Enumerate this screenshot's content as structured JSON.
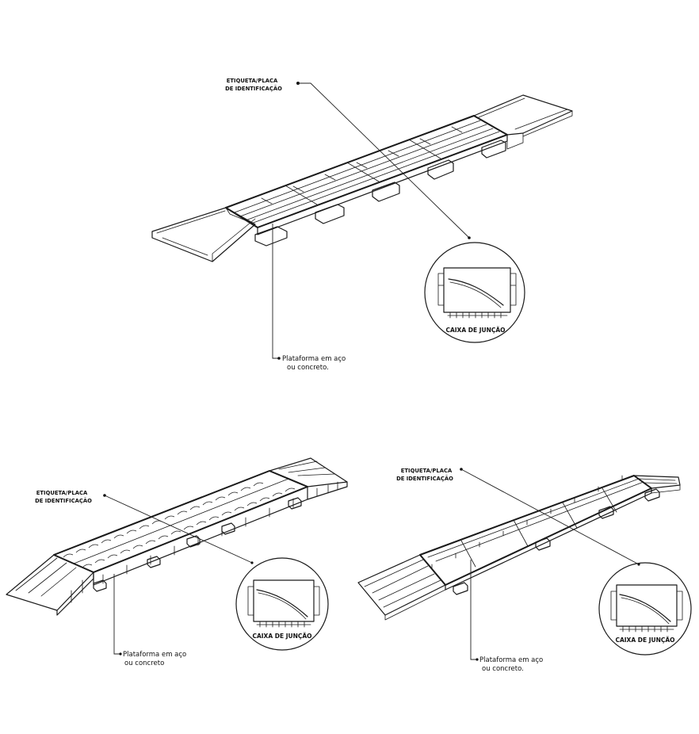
{
  "diagrams": [
    {
      "label_plate_line1": "ETIQUETA/PLACA",
      "label_plate_line2": "DE IDENTIFICAÇÃO",
      "label_platform_line1": "Plataforma em aço",
      "label_platform_line2": "ou concreto.",
      "junction_box_label": "CAIXA DE JUNÇÃO"
    },
    {
      "label_plate_line1": "ETIQUETA/PLACA",
      "label_plate_line2": "DE IDENTIFICAÇÃO",
      "label_platform_line1": "Plataforma em aço",
      "label_platform_line2": "ou concreto",
      "junction_box_label": "CAIXA DE JUNÇÃO"
    },
    {
      "label_plate_line1": "ETIQUETA/PLACA",
      "label_plate_line2": "DE IDENTIFICAÇÃO",
      "label_platform_line1": "Plataforma em aço",
      "label_platform_line2": "ou concreto.",
      "junction_box_label": "CAIXA DE JUNÇÃO"
    }
  ]
}
